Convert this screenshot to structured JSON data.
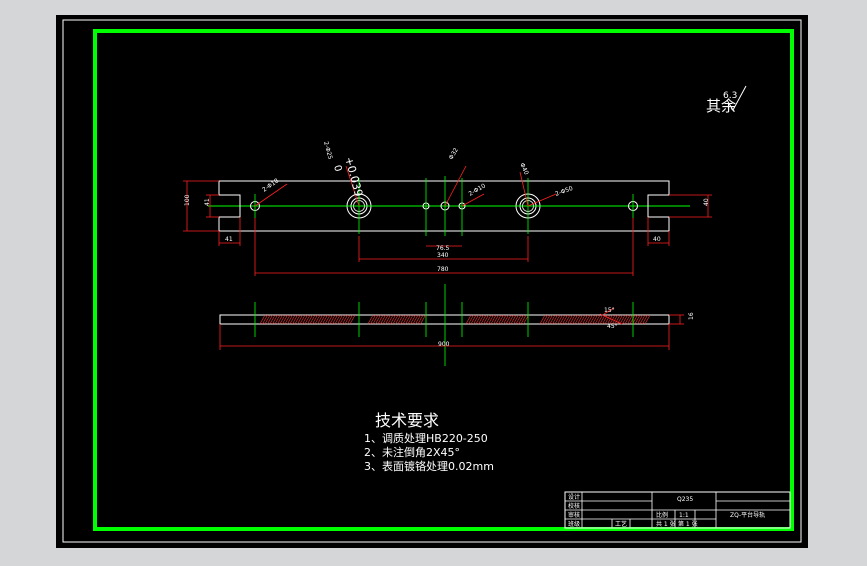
{
  "colors": {
    "background": "#d4d6d8",
    "sheet": "#000000",
    "border_outer": "#ffffff",
    "frame": "#00ff00",
    "part": "#ffffff",
    "centerline": "#00ff00",
    "dimension": "#ff2020",
    "hatch": "#ff3030"
  },
  "annotations": {
    "roughness_value": "6.3",
    "roughness_label": "其余"
  },
  "front_view": {
    "dims": {
      "d100": "100",
      "d41_left": "41",
      "d41_bottom": "41",
      "d40_right": "40",
      "d40_bottom": "40",
      "d76": "76.5",
      "d340": "340",
      "d780": "780"
    },
    "callouts": {
      "hole_left": "2-Φ18",
      "bore_left_tol": "+0.039",
      "bore_left_code": "2-Φ25",
      "bore_left_tol_low": "0",
      "hole_mid": "Φ32",
      "hole_mid_2": "2-Φ10",
      "bore_right": "Φ40",
      "bore_right_2": "2-Φ50"
    }
  },
  "side_view": {
    "dims": {
      "d900": "900",
      "d16": "16",
      "chamfer": "45°",
      "chamfer_angle": "15°"
    }
  },
  "tech_req": {
    "title": "技术要求",
    "items": [
      "1、调质处理HB220-250",
      "2、未注倒角2X45°",
      "3、表面镀铬处理0.02mm"
    ]
  },
  "title_block": {
    "labels": {
      "designer": "设计",
      "checker": "校核",
      "reviewer": "审核",
      "student": "班级",
      "process": "工艺",
      "scale_label": "比例",
      "scale_value": "1:1",
      "total_sheets": "共 1 张",
      "sheet_no": "第 1 张",
      "material": "Q235",
      "part_name": "ZQ-平台导轨"
    }
  }
}
